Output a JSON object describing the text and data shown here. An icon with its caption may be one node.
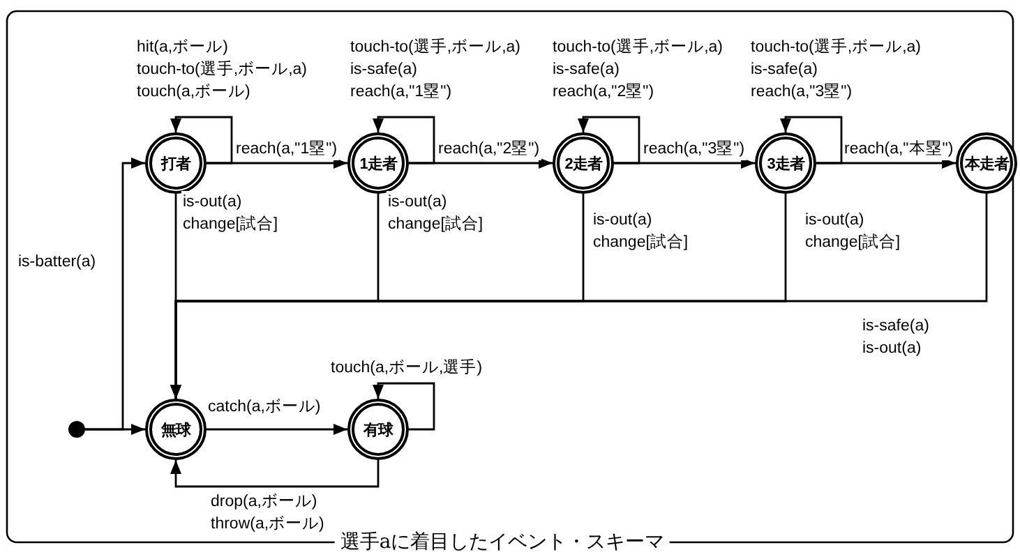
{
  "diagram": {
    "caption": "選手aに着目したイベント・スキーマ",
    "nodes": [
      {
        "text": [
          "打者"
        ]
      },
      {
        "text": [
          "1走者"
        ]
      },
      {
        "text": [
          "2走者"
        ]
      },
      {
        "text": [
          "3走者"
        ]
      },
      {
        "text": [
          "本走者"
        ]
      },
      {
        "text": [
          "無球"
        ]
      },
      {
        "text": [
          "有球"
        ]
      },
      {
        "text": [],
        "shape": "circle"
      }
    ],
    "edges": [
      {
        "from": 0,
        "to": 0,
        "arrow": "to",
        "label": "hit(a,ボール) touch-to(選手,ボール,a) touch(a,ボール)"
      },
      {
        "from": 0,
        "to": 1,
        "arrow": "to",
        "label": "reach(a,\"1塁\")"
      },
      {
        "from": 1,
        "to": 1,
        "arrow": "to",
        "label": "touch-to(選手,ボール,a) is-safe(a) reach(a,\"1塁\")"
      },
      {
        "from": 1,
        "to": 2,
        "arrow": "to",
        "label": "reach(a,\"2塁\")"
      },
      {
        "from": 2,
        "to": 2,
        "arrow": "to",
        "label": "touch-to(選手,ボール,a) is-safe(a) reach(a,\"2塁\")"
      },
      {
        "from": 2,
        "to": 3,
        "arrow": "to",
        "label": "reach(a,\"3塁\")"
      },
      {
        "from": 3,
        "to": 3,
        "arrow": "to",
        "label": "touch-to(選手,ボール,a) is-safe(a) reach(a,\"3塁\")"
      },
      {
        "from": 3,
        "to": 4,
        "arrow": "to",
        "label": "reach(a,\"本塁\")"
      },
      {
        "from": 7,
        "to": 0,
        "arrow": "to",
        "label": "is-batter(a)"
      },
      {
        "from": 7,
        "to": 5,
        "arrow": "to"
      },
      {
        "from": 0,
        "to": 5,
        "arrow": "to",
        "label": "is-out(a) change[試合]"
      },
      {
        "from": 1,
        "to": 5,
        "arrow": "to",
        "label": "is-out(a) change[試合]"
      },
      {
        "from": 2,
        "to": 5,
        "arrow": "to",
        "label": "is-out(a) change[試合]"
      },
      {
        "from": 3,
        "to": 5,
        "arrow": "to",
        "label": "is-out(a) change[試合]"
      },
      {
        "from": 4,
        "to": 5,
        "arrow": "to",
        "label": "is-safe(a) is-out(a)"
      },
      {
        "from": 5,
        "to": 6,
        "arrow": "to",
        "label": "catch(a,ボール)"
      },
      {
        "from": 6,
        "to": 5,
        "arrow": "to",
        "label": "drop(a,ボール) throw(a,ボール)"
      },
      {
        "from": 6,
        "to": 6,
        "arrow": "to",
        "label": "touch(a,ボール,選手)"
      }
    ]
  }
}
